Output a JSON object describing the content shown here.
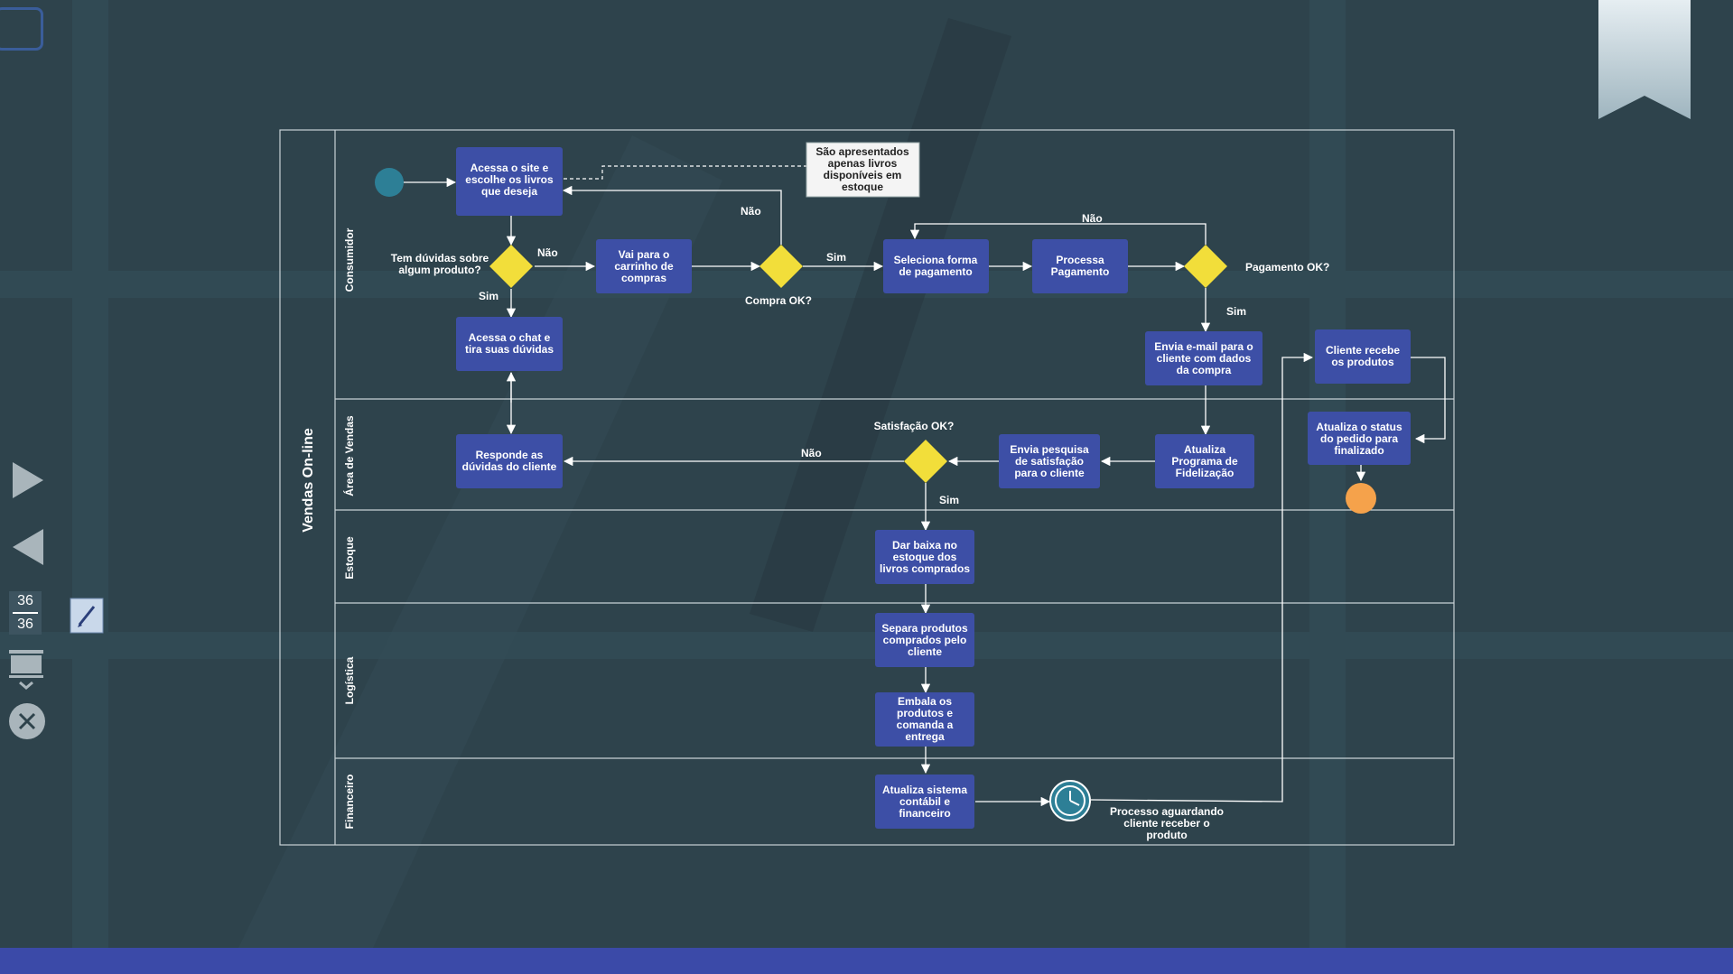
{
  "pool": {
    "title": "Vendas On-line"
  },
  "lanes": [
    "Consumidor",
    "Área de Vendas",
    "Estoque",
    "Logística",
    "Financeiro"
  ],
  "nodes": {
    "acessa_site": "Acessa o site e|escolhe os livros|que deseja",
    "vai_carrinho": "Vai para o|carrinho de|compras",
    "seleciona_pagamento": "Seleciona forma|de pagamento",
    "processa_pagamento": "Processa|Pagamento",
    "acessa_chat": "Acessa o chat e|tira suas dúvidas",
    "envia_email": "Envia e-mail para o|cliente com dados|da compra",
    "cliente_recebe": "Cliente recebe|os produtos",
    "responde_duvidas": "Responde as|dúvidas do cliente",
    "envia_pesquisa": "Envia pesquisa|de satisfação|para o cliente",
    "atualiza_fidelizacao": "Atualiza|Programa de|Fidelização",
    "atualiza_status": "Atualiza o status|do pedido para|finalizado",
    "dar_baixa": "Dar baixa no|estoque dos|livros comprados",
    "separa_produtos": "Separa produtos|comprados pelo|cliente",
    "embala_produtos": "Embala os|produtos e|comanda a|entrega",
    "atualiza_sistema": "Atualiza sistema|contábil e|financeiro"
  },
  "note": "São apresentados|apenas livros|disponíveis em|estoque",
  "gateways": {
    "duvidas": "Tem dúvidas sobre|algum produto?",
    "compra_ok": "Compra OK?",
    "pagamento_ok": "Pagamento OK?",
    "satisfacao_ok": "Satisfação OK?"
  },
  "flow_labels": {
    "duvidas_nao": "Não",
    "duvidas_sim": "Sim",
    "compra_nao": "Não",
    "compra_sim": "Sim",
    "pagamento_nao": "Não",
    "pagamento_sim": "Sim",
    "satisfacao_nao": "Não",
    "satisfacao_sim": "Sim"
  },
  "timer_label": "Processo aguardando|cliente receber o|produto",
  "slide_counter": {
    "current": "36",
    "total": "36"
  },
  "icons": {
    "next": "play-icon",
    "prev": "back-icon",
    "pen": "pen-icon",
    "screen": "screen-icon",
    "close": "close-icon",
    "bookmark": "bookmark-icon",
    "timer": "clock-icon"
  },
  "colors": {
    "background": "#2e434c",
    "task": "#3d4fa6",
    "gateway": "#f2de3a",
    "start": "#2d7f96",
    "end": "#f5a24b",
    "bottom_bar": "#3b4aa8"
  }
}
